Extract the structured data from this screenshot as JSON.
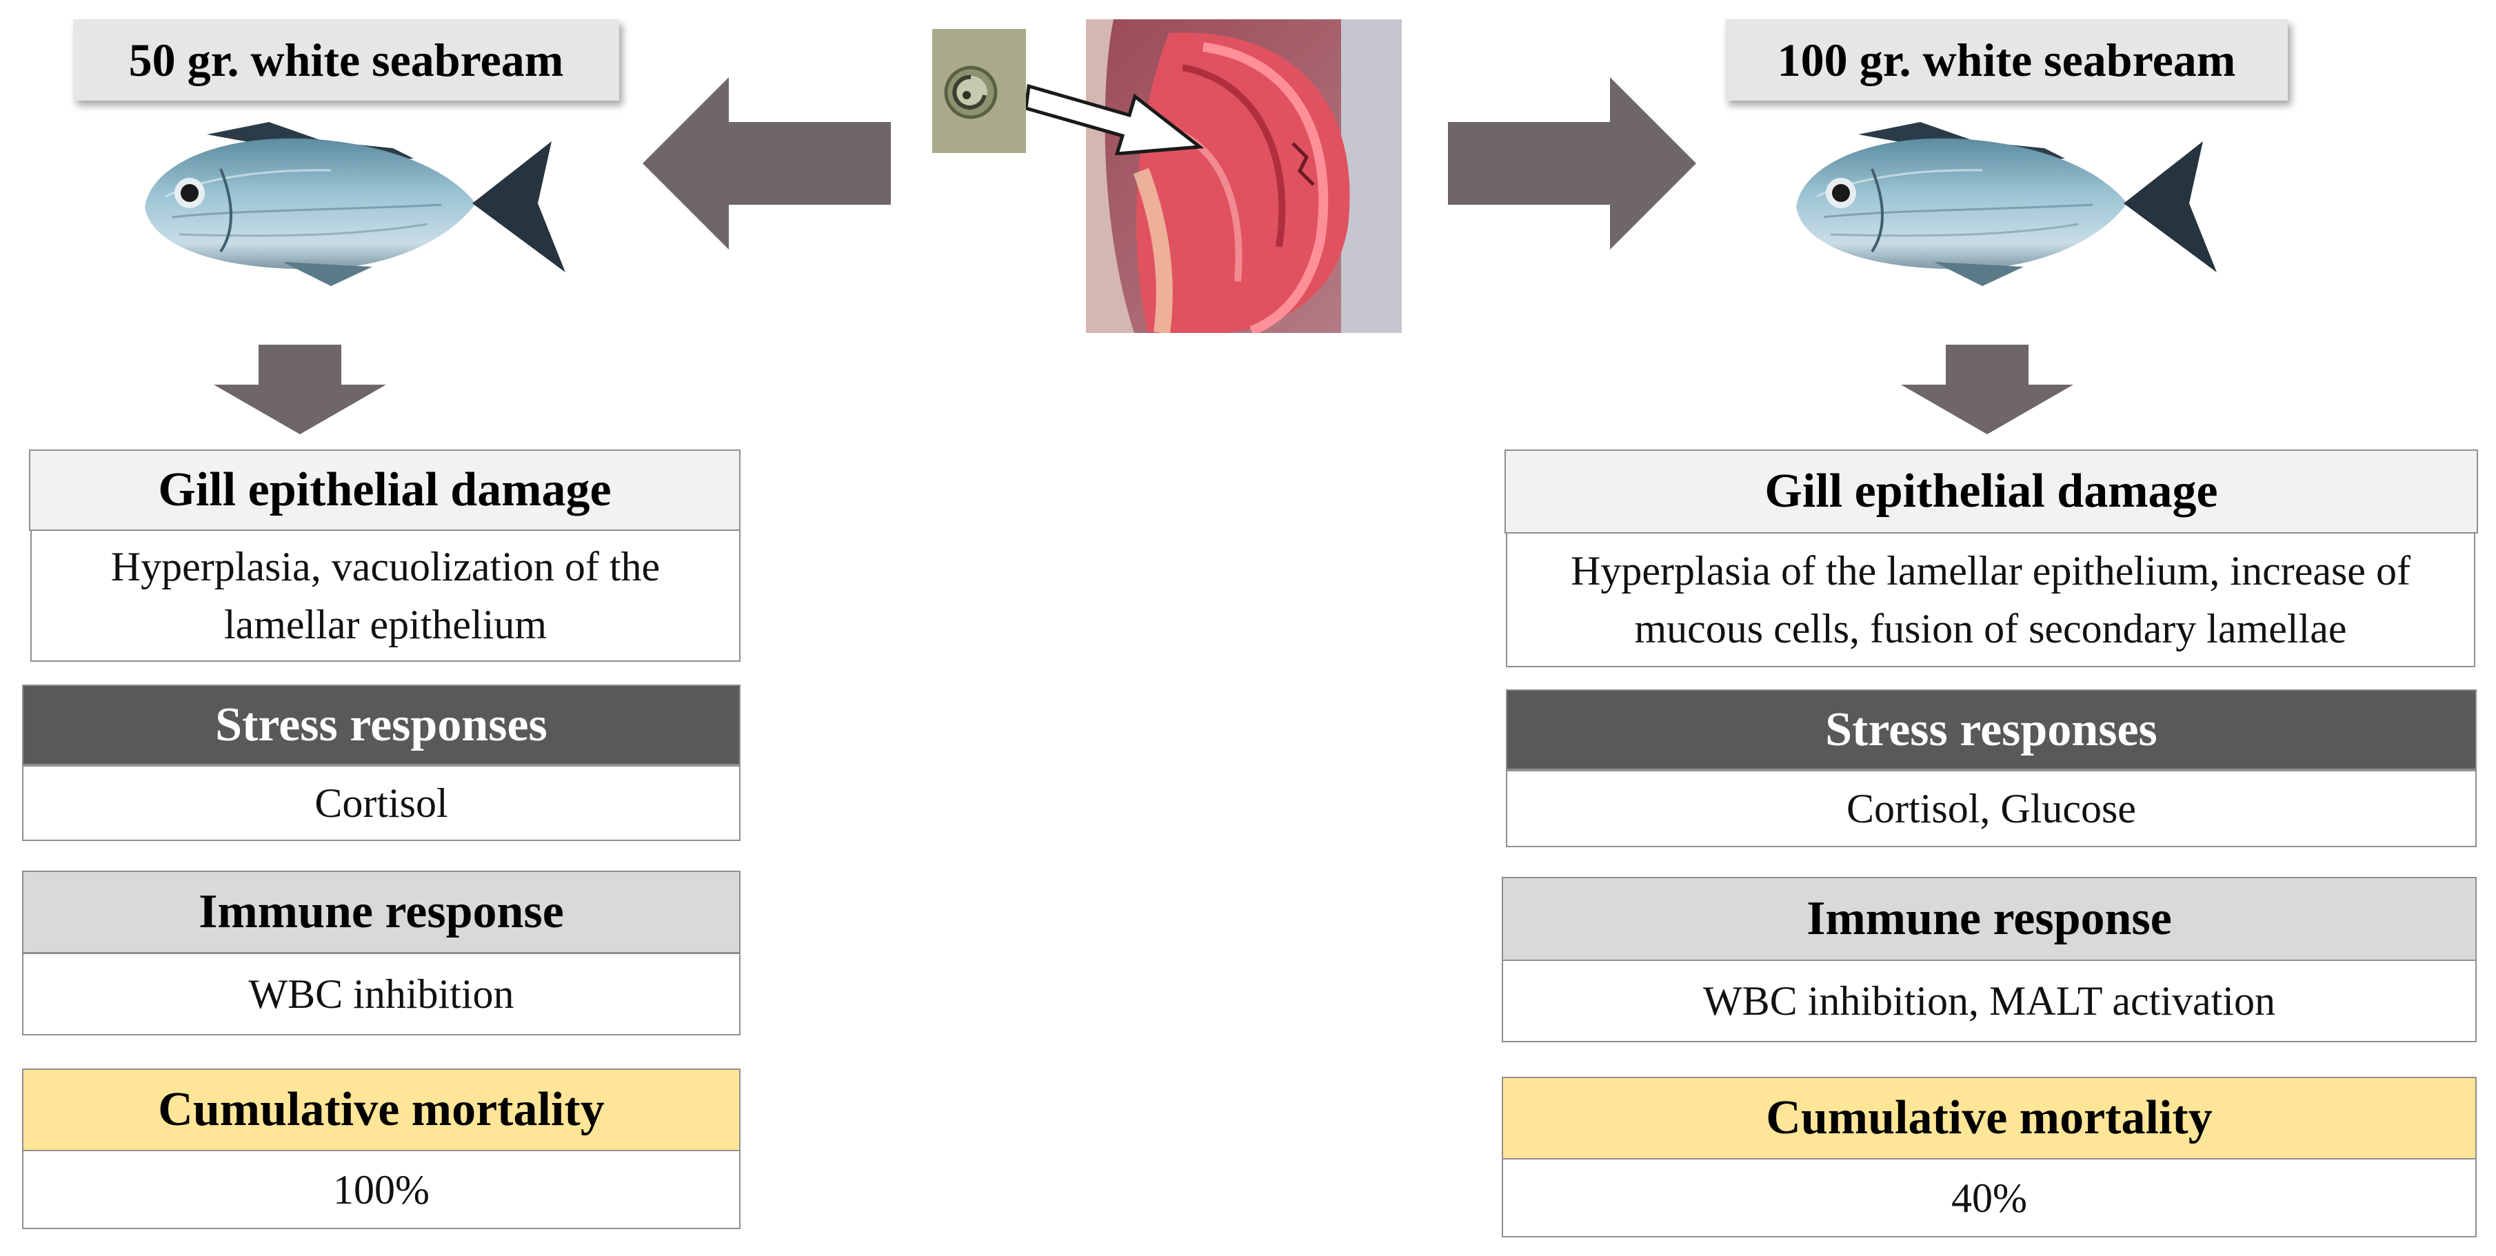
{
  "left": {
    "title": "50 gr. white seabream",
    "boxes": [
      {
        "header": "Gill epithelial damage",
        "body": "Hyperplasia, vacuolization of the lamellar epithelium"
      },
      {
        "header": "Stress responses",
        "body": "Cortisol"
      },
      {
        "header": "Immune response",
        "body": "WBC inhibition"
      },
      {
        "header": "Cumulative mortality",
        "body": "100%"
      }
    ]
  },
  "right": {
    "title": "100 gr. white seabream",
    "boxes": [
      {
        "header": "Gill epithelial damage",
        "body": "Hyperplasia of the lamellar epithelium, increase of mucous cells, fusion of secondary lamellae"
      },
      {
        "header": "Stress responses",
        "body": "Cortisol, Glucose"
      },
      {
        "header": "Immune response",
        "body": "WBC inhibition, MALT activation"
      },
      {
        "header": "Cumulative mortality",
        "body": "40%"
      }
    ]
  },
  "icons": {
    "fish": "white-seabream-fish-icon",
    "parasite": "parasite-cell-icon",
    "gill": "gill-photo-icon",
    "arrow": "block-arrow-icon"
  },
  "colors": {
    "arrow": "#6e6668",
    "header_dark": "#595959",
    "header_gray": "#d9d9d9",
    "header_light": "#f2f2f2",
    "header_gold": "#ffe597",
    "title_bg": "#e6e6e6"
  }
}
